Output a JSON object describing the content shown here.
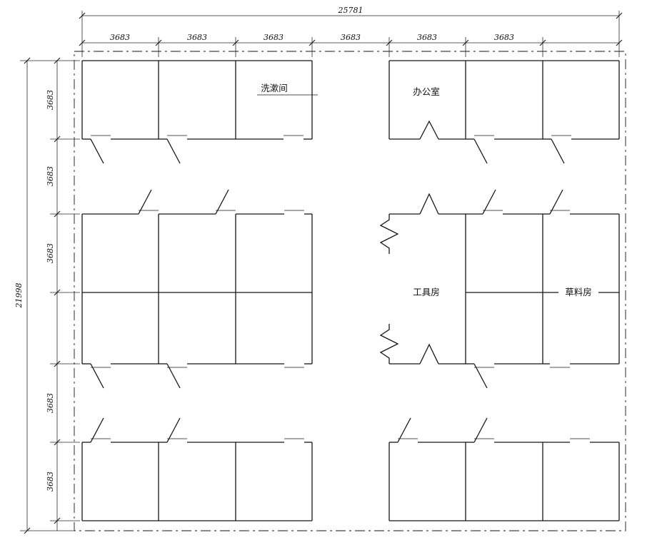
{
  "dims": {
    "total_width": "25781",
    "total_height": "21998",
    "top_segments": [
      "3683",
      "3683",
      "3683",
      "3683",
      "3683",
      "3683"
    ],
    "left_segments": [
      "3683",
      "3683",
      "3683",
      "3683",
      "3683"
    ]
  },
  "rooms": {
    "washroom": "洗漱间",
    "office": "办公室",
    "tool_room": "工具房",
    "fodder_room": "草料房"
  }
}
